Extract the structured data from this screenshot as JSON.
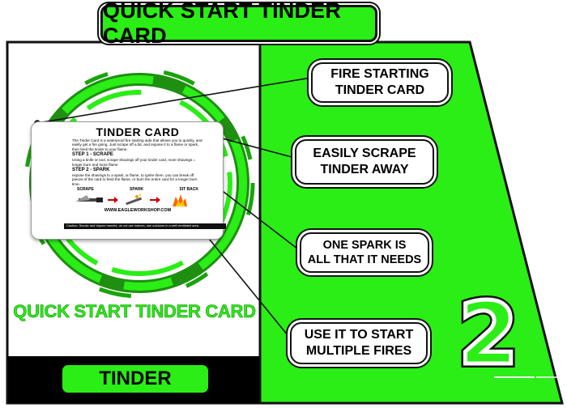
{
  "banner": {
    "title": "QUICK START TINDER CARD"
  },
  "tinder_card": {
    "heading": "TINDER CARD",
    "intro": "The Tinder Card is a waterproof fire starting aide that allows you to quickly, and easily get a fire going. Just scrape off a bit, and expose it to a flame or spark, then feed the tinder to your flame.",
    "step1_title": "STEP 1 - SCRAPE",
    "step1_text": "Using a knife or tool, scrape shavings off your tinder card, more shavings = longer burn and more flame",
    "step2_title": "STEP 2 - SPARK",
    "step2_text": "expose the shavings to a spark, or flame, to ignite them. you can break off pieces of the card to feed the flame, or burn the entire card for a longer burn time.",
    "labels": [
      "SCRAPE",
      "SPARK",
      "SIT BACK"
    ],
    "website": "WWW.EAGLEWORKSHOP.COM",
    "caution": "Caution: Smoke and Vapors harmful, do not use indoors, use outdoors in a well ventilated area."
  },
  "card_title": "QUICK START TINDER CARD",
  "bottom_label": "TINDER",
  "callouts": [
    {
      "line1": "FIRE STARTING",
      "line2": "TINDER CARD"
    },
    {
      "line1": "EASILY SCRAPE",
      "line2": "TINDER AWAY"
    },
    {
      "line1": "ONE SPARK IS",
      "line2": "ALL THAT IT NEEDS"
    },
    {
      "line1": "USE IT TO START",
      "line2": "MULTIPLE FIRES"
    }
  ],
  "card_number": "2",
  "colors": {
    "accent": "#2aee16",
    "dark": "#111111",
    "background": "#ffffff"
  }
}
